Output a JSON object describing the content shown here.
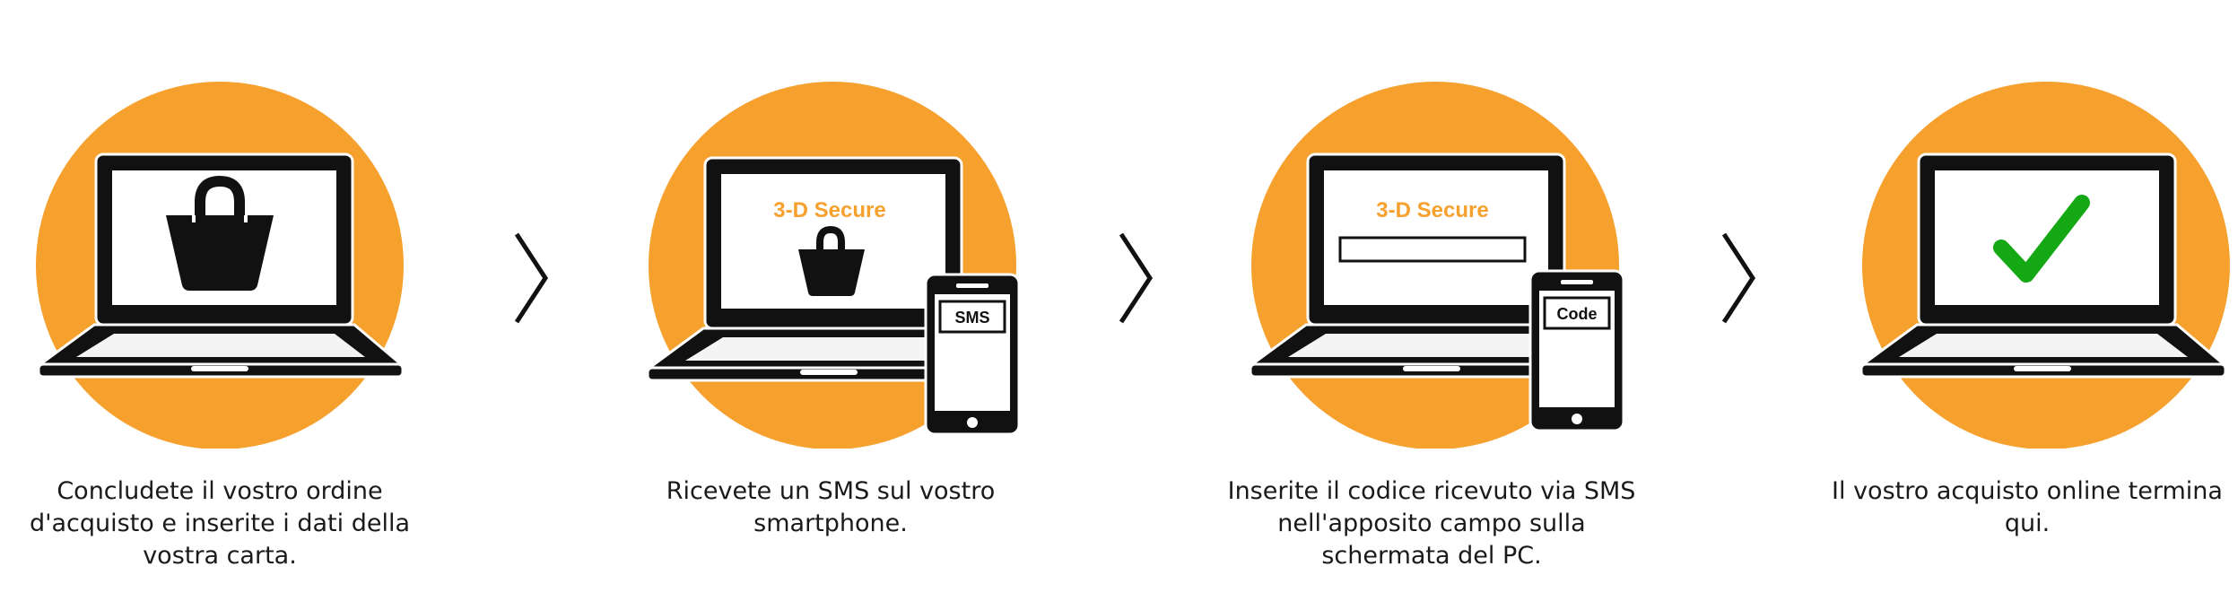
{
  "accent_color": "#f6a02e",
  "check_color": "#14a814",
  "steps": [
    {
      "icon": "laptop-shopping-bag-icon",
      "caption": "Concludete il vostro ordine\nd'acquisto e inserite i dati della\nvostra carta."
    },
    {
      "icon": "laptop-3d-secure-sms-icon",
      "screen_title": "3-D Secure",
      "phone_label": "SMS",
      "caption": "Ricevete un SMS sul vostro\nsmartphone."
    },
    {
      "icon": "laptop-3d-secure-code-icon",
      "screen_title": "3-D Secure",
      "phone_label": "Code",
      "caption": "Inserite il codice ricevuto via SMS\nnell'apposito campo sulla\nschermata del PC."
    },
    {
      "icon": "laptop-checkmark-icon",
      "caption": "Il vostro acquisto online termina\nqui."
    }
  ],
  "connectors": [
    "chevron-right-icon",
    "chevron-right-icon",
    "chevron-right-icon"
  ]
}
